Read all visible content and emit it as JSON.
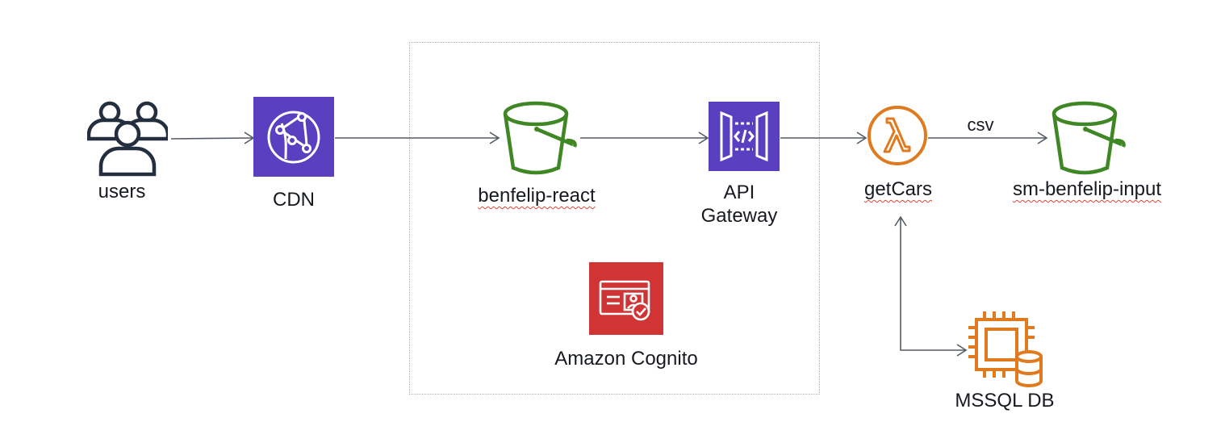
{
  "nodes": {
    "users": {
      "label": "users",
      "icon": "users-icon"
    },
    "cdn": {
      "label": "CDN",
      "icon": "cloudfront-icon"
    },
    "react_bucket": {
      "label": "benfelip-react",
      "icon": "s3-bucket-icon"
    },
    "api_gateway": {
      "label_line1": "API",
      "label_line2": "Gateway",
      "icon": "api-gateway-icon"
    },
    "lambda": {
      "label": "getCars",
      "icon": "lambda-icon"
    },
    "input_bucket": {
      "label": "sm-benfelip-input",
      "icon": "s3-bucket-icon"
    },
    "cognito": {
      "label": "Amazon Cognito",
      "icon": "cognito-icon"
    },
    "mssql": {
      "label": "MSSQL DB",
      "icon": "ec2-database-icon"
    }
  },
  "edges": {
    "lambda_to_input_bucket": {
      "label": "csv"
    }
  },
  "colors": {
    "purple_tile": "#5a3fc0",
    "red_tile": "#d13434",
    "bucket_green": "#3f8624",
    "lambda_orange": "#e07a1f",
    "ec2_orange": "#e07a1f",
    "group_border": "#f0a35c",
    "arrow": "#545b64",
    "text": "#16191f"
  }
}
